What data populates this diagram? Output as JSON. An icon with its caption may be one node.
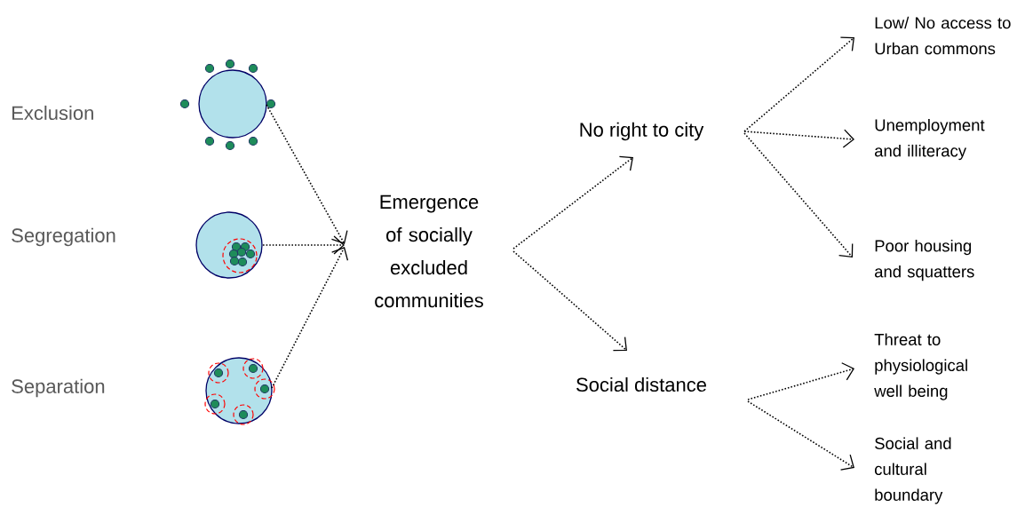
{
  "diagram": {
    "nodes": [
      {
        "text": [],
        "shape": "circle"
      },
      {
        "text": [],
        "shape": "circle"
      },
      {
        "text": [],
        "shape": "circle"
      },
      {
        "text": [
          "Emergence of socially excluded communities"
        ]
      },
      {
        "text": [
          "No right to city"
        ]
      },
      {
        "text": [
          "Social distance"
        ]
      },
      {
        "text": [
          "Low/ No access to Urban commons"
        ]
      },
      {
        "text": [
          "Unemployment and illiteracy"
        ]
      },
      {
        "text": [
          "Poor housing and squatters"
        ]
      },
      {
        "text": [
          "Threat to physiological well being"
        ]
      },
      {
        "text": [
          "Social and cultural boundary"
        ]
      }
    ],
    "edges": [
      {
        "from": 0,
        "to": 3,
        "arrow": "to"
      },
      {
        "from": 1,
        "to": 3,
        "arrow": "to"
      },
      {
        "from": 2,
        "to": 3,
        "arrow": "to"
      },
      {
        "from": 3,
        "to": 4,
        "arrow": "to"
      },
      {
        "from": 3,
        "to": 5,
        "arrow": "to"
      },
      {
        "from": 4,
        "to": 6,
        "arrow": "to"
      },
      {
        "from": 4,
        "to": 7,
        "arrow": "to"
      },
      {
        "from": 4,
        "to": 8,
        "arrow": "to"
      },
      {
        "from": 5,
        "to": 9,
        "arrow": "to"
      },
      {
        "from": 5,
        "to": 10,
        "arrow": "to"
      }
    ],
    "labels": [
      "Exclusion",
      "Segregation",
      "Separation"
    ]
  }
}
